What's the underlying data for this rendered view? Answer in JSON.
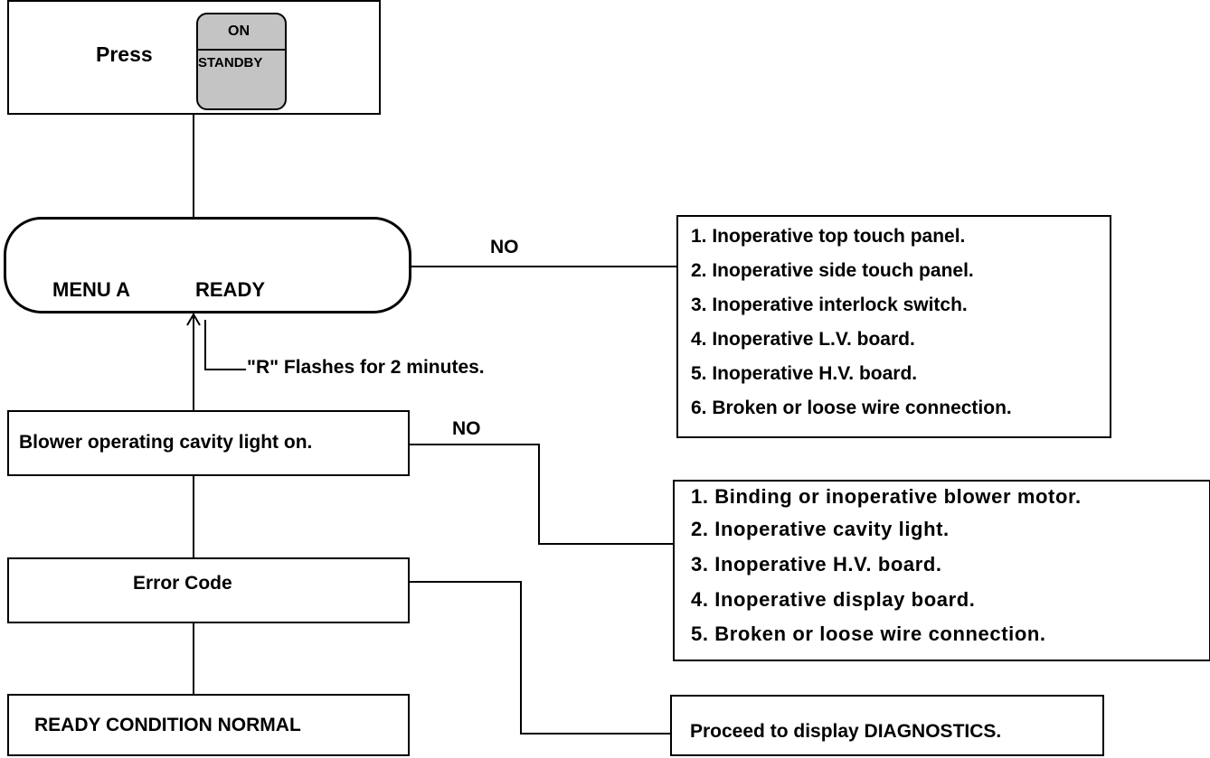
{
  "start": {
    "press_label": "Press",
    "key_top": "ON",
    "key_bottom": "STANDBY"
  },
  "display": {
    "left": "MENU A",
    "right": "READY"
  },
  "flash_note": "\"R\" Flashes for 2 minutes.",
  "no_label_1": "NO",
  "no_label_2": "NO",
  "list_1": [
    "1.  Inoperative top touch panel.",
    "2.  Inoperative side touch panel.",
    "3.  Inoperative interlock switch.",
    "4.  Inoperative L.V. board.",
    "5.  Inoperative H.V. board.",
    "6.  Broken or loose wire connection."
  ],
  "blower_box": "Blower operating cavity light on.",
  "list_2": [
    "1.  Binding or inoperative blower motor.",
    "2.  Inoperative cavity light.",
    "3.  Inoperative H.V. board.",
    "4.  Inoperative display board.",
    "5.  Broken or loose wire connection."
  ],
  "error_box": "Error Code",
  "ready_box": "READY CONDITION NORMAL",
  "diag_box": "Proceed to display DIAGNOSTICS."
}
